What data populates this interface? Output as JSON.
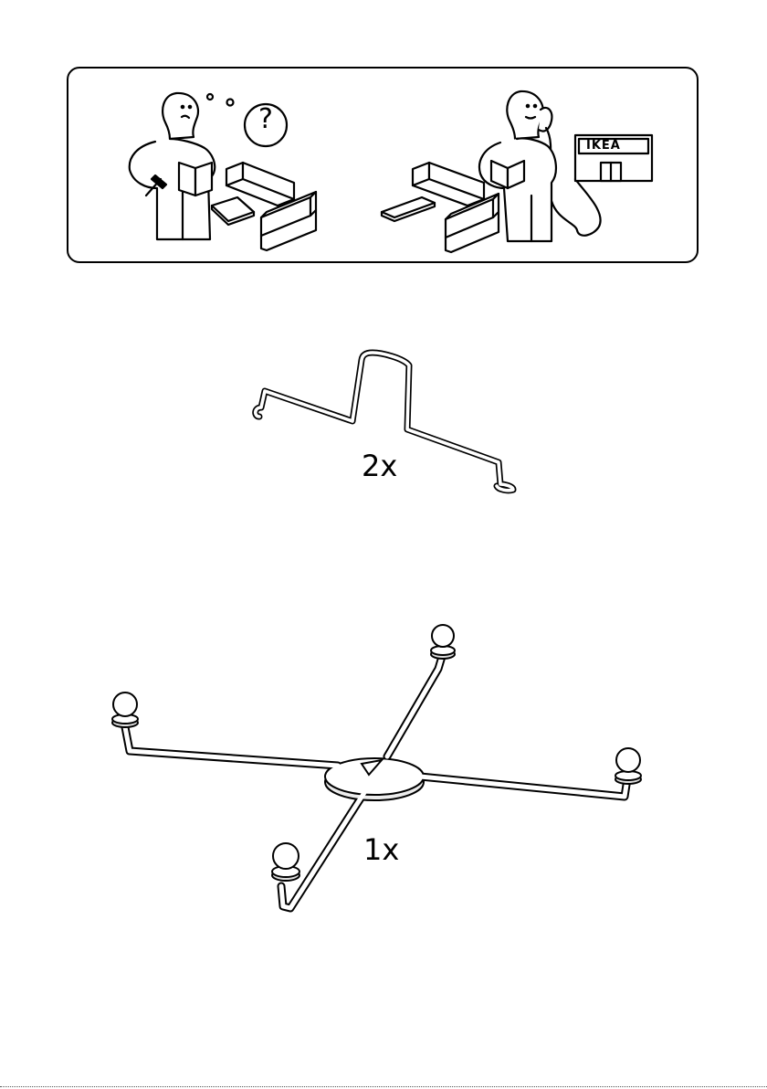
{
  "help_panel": {
    "left_scene": "confused-assembly",
    "right_scene": "call-ikea",
    "store_sign": "IKEA",
    "question_mark": "?"
  },
  "parts": [
    {
      "id": "wire-bracket",
      "quantity_label": "2x"
    },
    {
      "id": "ceiling-mount-spider",
      "quantity_label": "1x"
    }
  ]
}
